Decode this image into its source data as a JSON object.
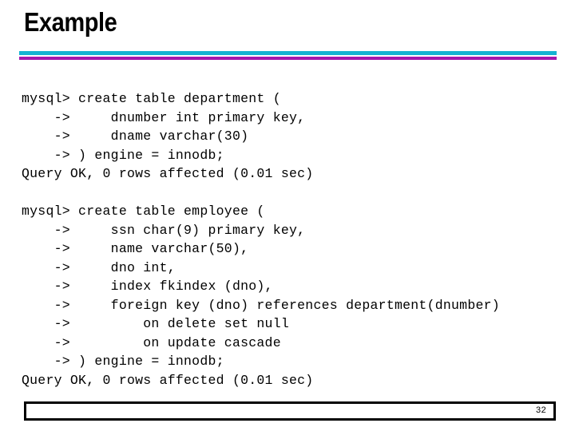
{
  "slide": {
    "title": "Example",
    "page_number": "32",
    "colors": {
      "rule_top": "#14b4d2",
      "rule_bottom": "#a419ae",
      "text": "#000000",
      "background": "#ffffff"
    }
  },
  "console": {
    "blocks": [
      {
        "name": "create-table-department",
        "lines": [
          "mysql> create table department (",
          "    ->     dnumber int primary key,",
          "    ->     dname varchar(30)",
          "    -> ) engine = innodb;",
          "Query OK, 0 rows affected (0.01 sec)"
        ]
      },
      {
        "name": "spacer",
        "lines": [
          ""
        ]
      },
      {
        "name": "create-table-employee",
        "lines": [
          "mysql> create table employee (",
          "    ->     ssn char(9) primary key,",
          "    ->     name varchar(50),",
          "    ->     dno int,",
          "    ->     index fkindex (dno),",
          "    ->     foreign key (dno) references department(dnumber)",
          "    ->         on delete set null",
          "    ->         on update cascade",
          "    -> ) engine = innodb;",
          "Query OK, 0 rows affected (0.01 sec)"
        ]
      }
    ]
  }
}
